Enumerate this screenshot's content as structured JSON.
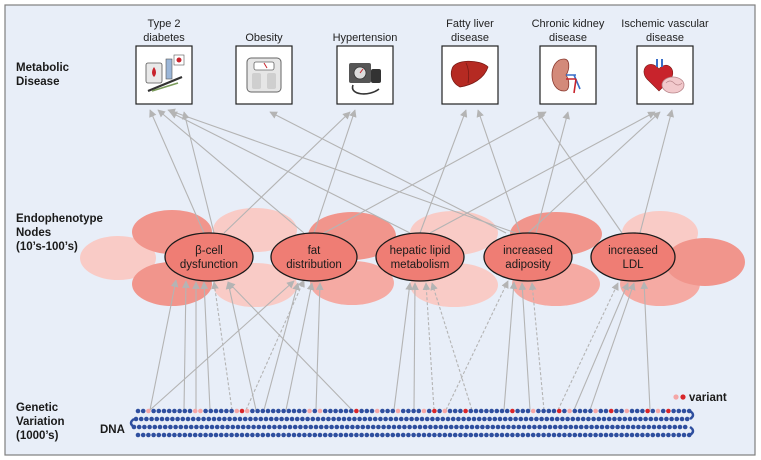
{
  "row_labels": {
    "disease": [
      "Metabolic",
      "Disease"
    ],
    "endo": [
      "Endophenotype",
      "Nodes",
      "(10’s-100’s)"
    ],
    "genetic": [
      "Genetic",
      "Variation",
      "(1000’s)"
    ],
    "dna": "DNA"
  },
  "diseases": [
    {
      "lines": [
        "Type 2",
        "diabetes"
      ],
      "icon": "diabetes-kit-icon"
    },
    {
      "lines": [
        "",
        "Obesity"
      ],
      "icon": "scale-icon"
    },
    {
      "lines": [
        "",
        "Hypertension"
      ],
      "icon": "blood-pressure-monitor-icon"
    },
    {
      "lines": [
        "Fatty liver",
        "disease"
      ],
      "icon": "liver-icon"
    },
    {
      "lines": [
        "Chronic kidney",
        "disease"
      ],
      "icon": "kidney-icon"
    },
    {
      "lines": [
        "Ischemic vascular",
        "disease"
      ],
      "icon": "heart-brain-icon"
    }
  ],
  "nodes": [
    {
      "lines": [
        "β-cell",
        "dysfunction"
      ]
    },
    {
      "lines": [
        "fat",
        "distribution"
      ]
    },
    {
      "lines": [
        "hepatic lipid",
        "metabolism"
      ]
    },
    {
      "lines": [
        "increased",
        "adiposity"
      ]
    },
    {
      "lines": [
        "increased",
        "LDL"
      ]
    }
  ],
  "legend": {
    "label": "variant"
  },
  "colors": {
    "background": "#e8eef8",
    "border": "#7f7f7f",
    "node_fill": "#ef7d74",
    "petal_dark": "#f1958c",
    "petal_mid": "#f5aaa3",
    "petal_light": "#f9cbc6",
    "arrow": "#b4b4b4",
    "dna_bead": "#2f4f9f",
    "variant_red": "#d8262a",
    "variant_pink": "#f4a6a6"
  }
}
